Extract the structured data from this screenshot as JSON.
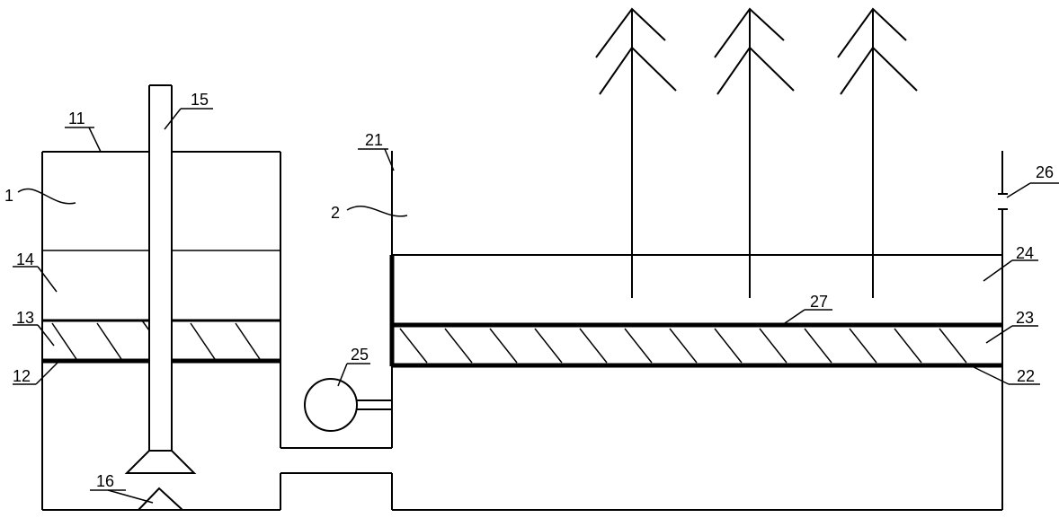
{
  "labels": {
    "l1": "1",
    "l2": "2",
    "l11": "11",
    "l12": "12",
    "l13": "13",
    "l14": "14",
    "l15": "15",
    "l16": "16",
    "l21": "21",
    "l22": "22",
    "l23": "23",
    "l24": "24",
    "l25": "25",
    "l26": "26",
    "l27": "27"
  }
}
